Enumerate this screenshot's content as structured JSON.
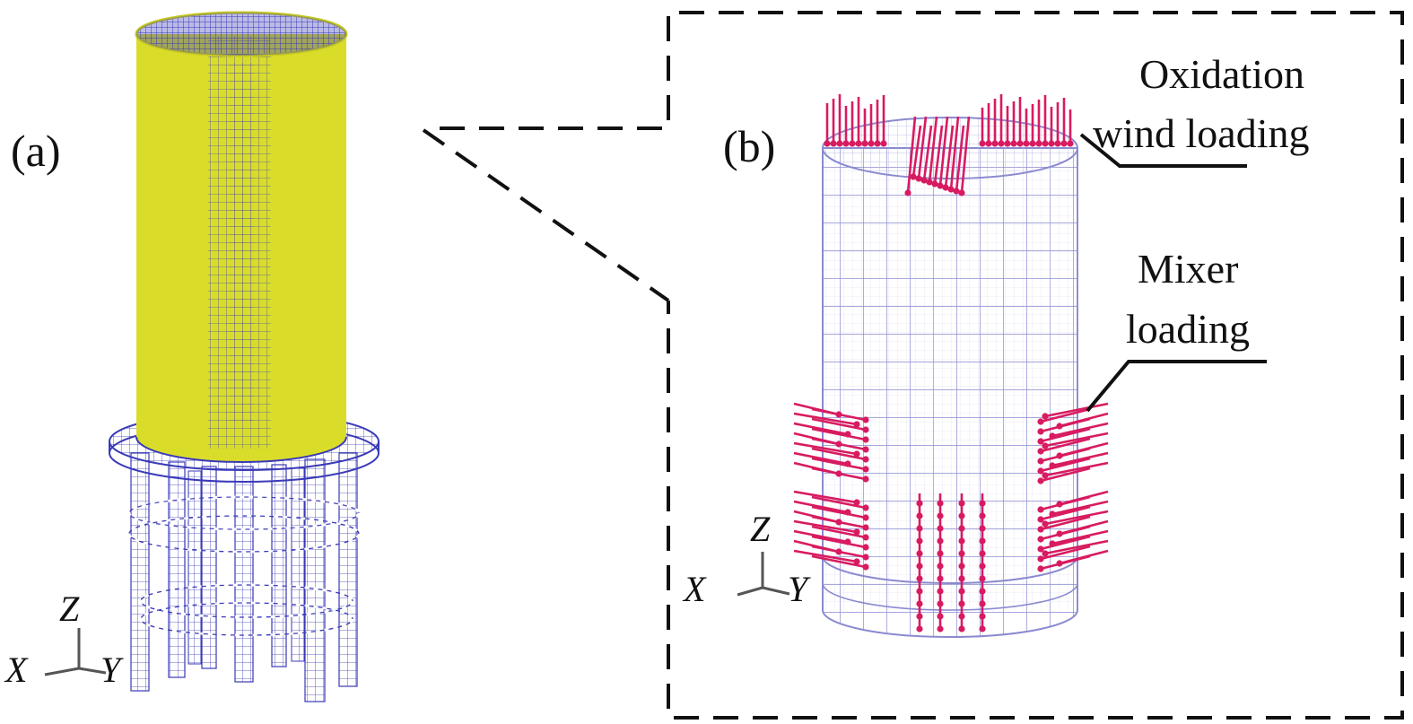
{
  "panel_a": {
    "label": "(a)",
    "axes": {
      "x": "X",
      "y": "Y",
      "z": "Z"
    },
    "tank_color": "#d9dd2a",
    "mesh_color": "#3a3ab8"
  },
  "panel_b": {
    "label": "(b)",
    "callout_wind_line1": "Oxidation",
    "callout_wind_line2": "wind loading",
    "callout_mixer_line1": "Mixer",
    "callout_mixer_line2": "loading",
    "axes": {
      "x": "X",
      "y": "Y",
      "z": "Z"
    },
    "load_color": "#d81b60"
  }
}
